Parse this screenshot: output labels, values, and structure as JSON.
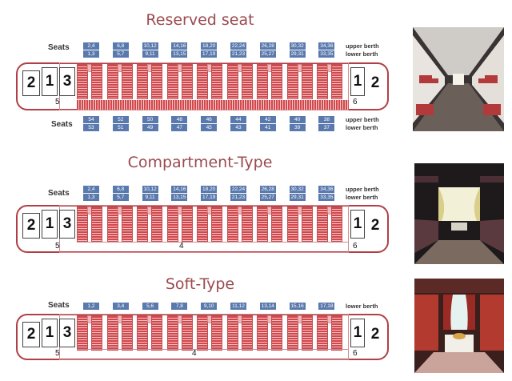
{
  "sections": [
    {
      "title": "Reserved seat",
      "seats_label": "Seats",
      "top_upper": [
        "2,4",
        "6,8",
        "10,12",
        "14,16",
        "18,20",
        "22,24",
        "26,28",
        "30,32",
        "34,36"
      ],
      "top_lower": [
        "1,3",
        "5,7",
        "9,11",
        "13,15",
        "17,19",
        "21,23",
        "25,27",
        "29,31",
        "33,35"
      ],
      "upper_label": "upper berth",
      "lower_label": "lower berth",
      "bottom_seats_label": "Seats",
      "bottom_upper": [
        "54",
        "52",
        "50",
        "48",
        "46",
        "44",
        "42",
        "40",
        "38"
      ],
      "bottom_lower": [
        "53",
        "51",
        "49",
        "47",
        "45",
        "43",
        "41",
        "39",
        "37"
      ],
      "bottom_upper_label": "upper berth",
      "bottom_lower_label": "lower berth",
      "left_end": [
        "2",
        "1",
        "3"
      ],
      "right_end": [
        "1",
        "2"
      ],
      "mark_left": "5",
      "mark_right": "6"
    },
    {
      "title": "Compartment-Type",
      "seats_label": "Seats",
      "top_upper": [
        "2,4",
        "6,8",
        "10,12",
        "14,16",
        "18,20",
        "22,24",
        "26,28",
        "30,32",
        "34,36"
      ],
      "top_lower": [
        "1,3",
        "5,7",
        "9,11",
        "13,15",
        "17,19",
        "21,23",
        "25,27",
        "29,31",
        "33,35"
      ],
      "upper_label": "upper berth",
      "lower_label": "lower berth",
      "left_end": [
        "2",
        "1",
        "3"
      ],
      "right_end": [
        "1",
        "2"
      ],
      "mark_left": "5",
      "mark_mid": "4",
      "mark_right": "6"
    },
    {
      "title": "Soft-Type",
      "seats_label": "Seats",
      "top_lower": [
        "1,2",
        "3,4",
        "5,6",
        "7,8",
        "9,10",
        "11,12",
        "13,14",
        "15,16",
        "17,18"
      ],
      "lower_label": "lower berth",
      "left_end": [
        "2",
        "1",
        "3"
      ],
      "right_end": [
        "1",
        "2"
      ],
      "mark_left": "5",
      "mark_mid": "4",
      "mark_right": "6"
    }
  ],
  "colors": {
    "title": "#9b4a4f",
    "seat_box": "#5a79ad",
    "berth_red": "#d2474c"
  }
}
